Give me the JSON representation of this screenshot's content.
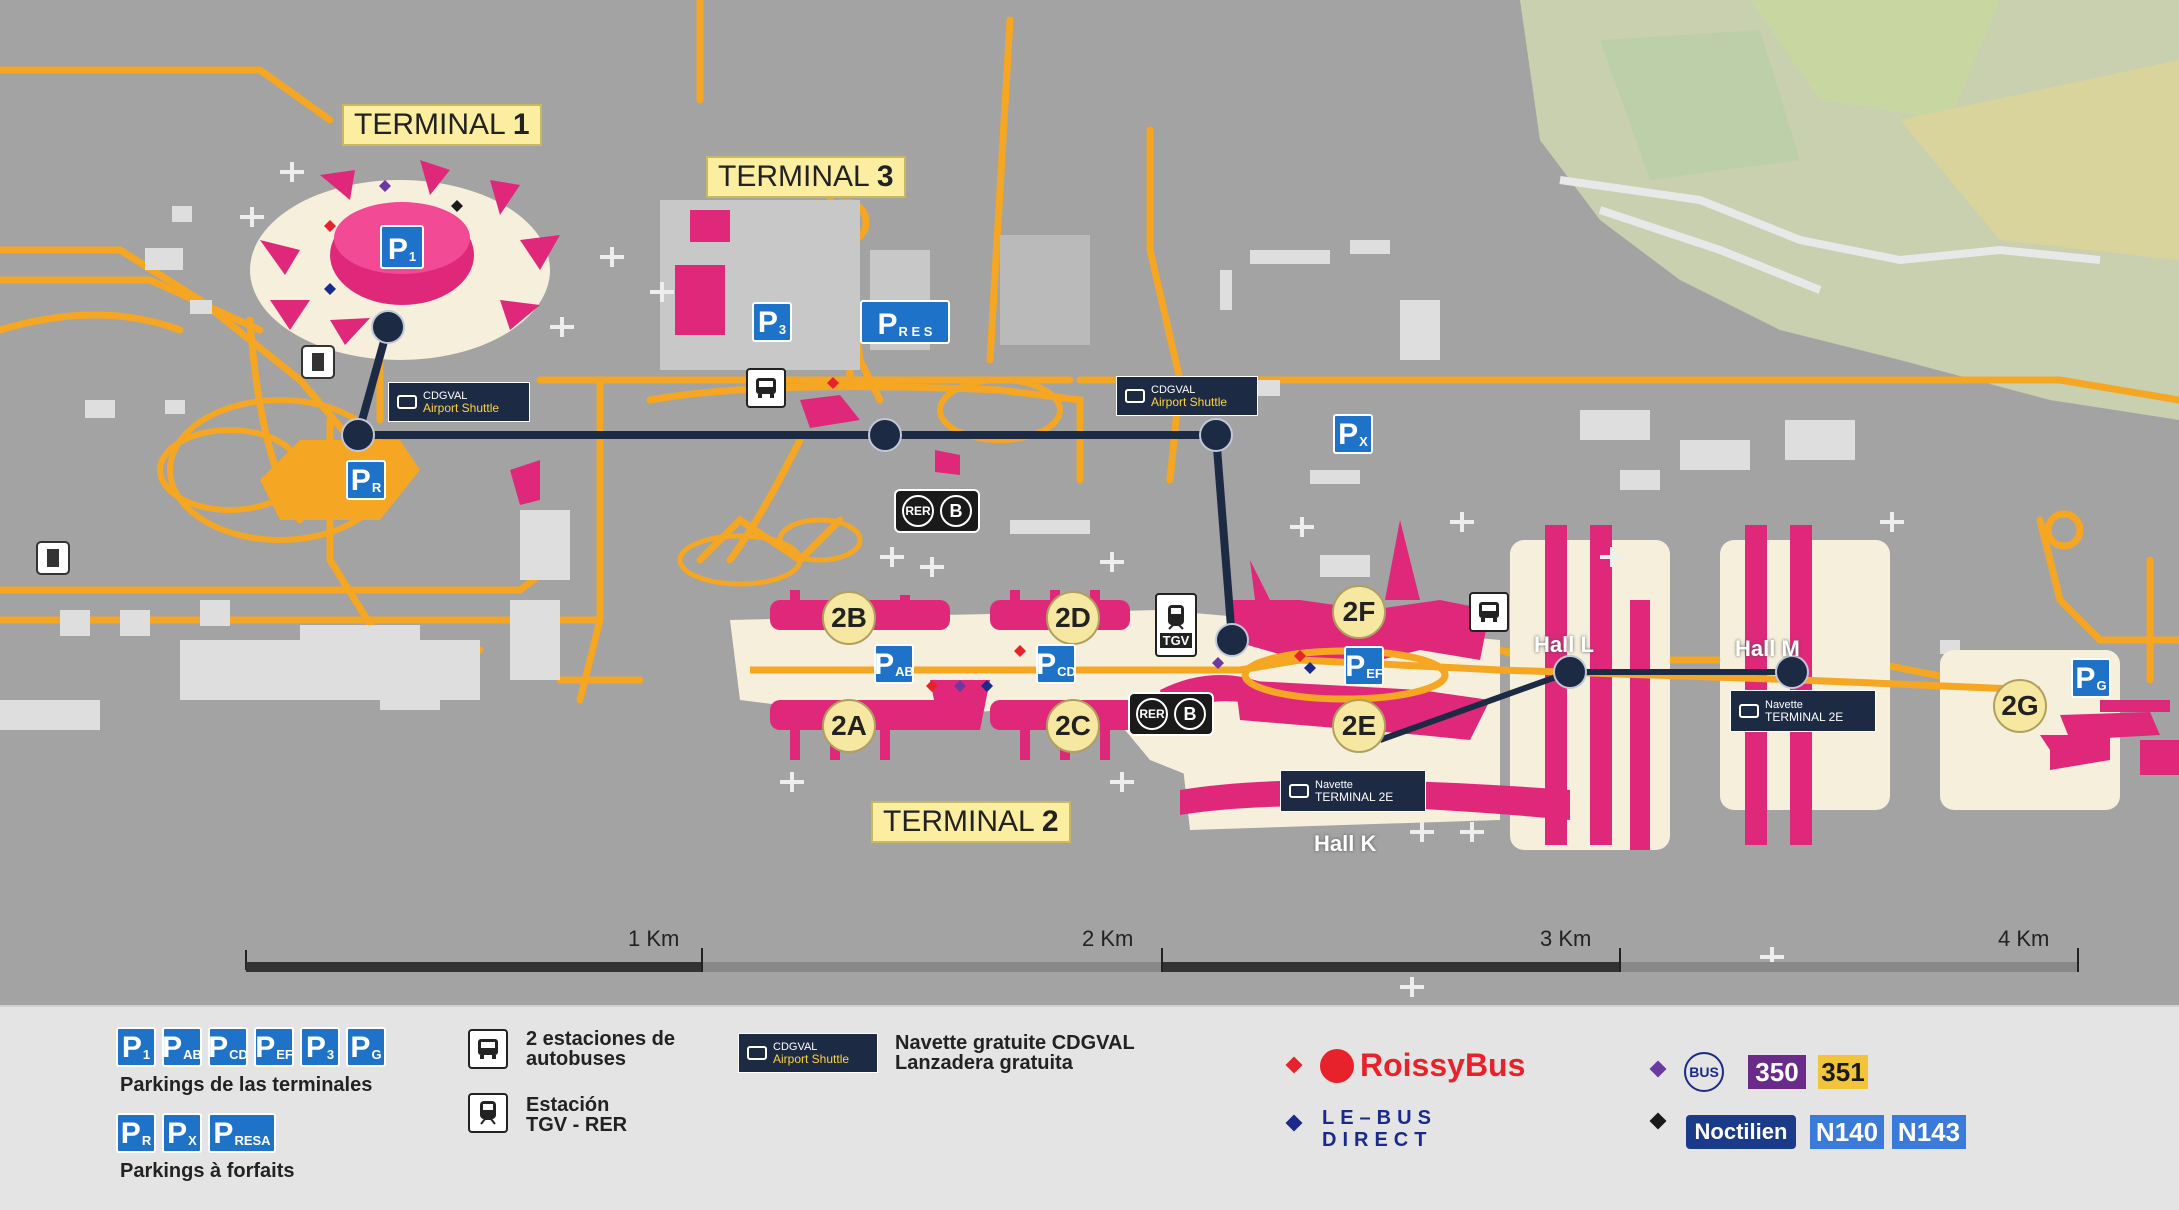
{
  "map": {
    "terminals": {
      "t1": {
        "prefix": "TERMINAL ",
        "num": "1"
      },
      "t3": {
        "prefix": "TERMINAL ",
        "num": "3"
      },
      "t2": {
        "prefix": "TERMINAL ",
        "num": "2"
      }
    },
    "halls": [
      "2B",
      "2D",
      "2F",
      "2A",
      "2C",
      "2E",
      "2G"
    ],
    "hall_labels": {
      "k": "Hall K",
      "l": "Hall L",
      "m": "Hall M"
    },
    "parkings": {
      "p1": {
        "big": "P",
        "sub": "1"
      },
      "p3": {
        "big": "P",
        "sub": "3"
      },
      "pres": {
        "big": "P",
        "sub": "R E S"
      },
      "pr": {
        "big": "P",
        "sub": "R"
      },
      "px": {
        "big": "P",
        "sub": "X"
      },
      "pab": {
        "big": "P",
        "sub": "AB"
      },
      "pcd": {
        "big": "P",
        "sub": "CD"
      },
      "pef": {
        "big": "P",
        "sub": "EF"
      },
      "pg": {
        "big": "P",
        "sub": "G"
      }
    },
    "shuttle": {
      "line1": "CDGVAL",
      "line2": "Airport Shuttle"
    },
    "navette": {
      "line1": "Navette",
      "line2": "TERMINAL 2E"
    },
    "rer": {
      "r": "RER",
      "b": "B"
    },
    "tgv": "TGV",
    "scale": [
      "1 Km",
      "2 Km",
      "3 Km",
      "4 Km"
    ]
  },
  "legend": {
    "parkings_terminals": {
      "items": [
        {
          "big": "P",
          "sub": "1"
        },
        {
          "big": "P",
          "sub": "AB"
        },
        {
          "big": "P",
          "sub": "CD"
        },
        {
          "big": "P",
          "sub": "EF"
        },
        {
          "big": "P",
          "sub": "3"
        },
        {
          "big": "P",
          "sub": "G"
        }
      ],
      "label": "Parkings de las terminales"
    },
    "parkings_packages": {
      "items": [
        {
          "big": "P",
          "sub": "R"
        },
        {
          "big": "P",
          "sub": "X"
        },
        {
          "big": "P",
          "sub": "RESA"
        }
      ],
      "label": "Parkings à forfaits"
    },
    "bus_stations": {
      "line1": "2 estaciones de",
      "line2": "autobuses"
    },
    "tgv_station": {
      "line1": "Estación",
      "line2": "TGV - RER"
    },
    "cdgval": {
      "line1": "Navette gratuite CDGVAL",
      "line2": "Lanzadera gratuita"
    },
    "roissybus": "RoissyBus",
    "lebus": {
      "line1": "LE–BUS",
      "line2": "DIRECT"
    },
    "bus_lines": [
      "350",
      "351"
    ],
    "bus_word": "BUS",
    "noctilien": {
      "name": "Noctilien",
      "lines": [
        "N140",
        "N143"
      ]
    }
  },
  "colors": {
    "terminal_pink": "#e0287a",
    "road_orange": "#f5a623",
    "cdgval_line": "#1d2a44",
    "parking_blue": "#1e73c8",
    "label_yellow": "#fbeea0"
  }
}
